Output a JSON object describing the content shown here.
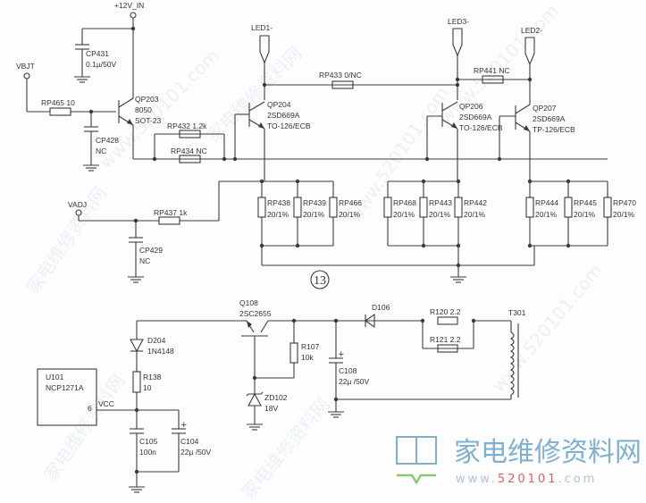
{
  "diagram": {
    "figure_number": "13",
    "top_section": {
      "ports": {
        "vin": "+12V_IN",
        "vbjt": "VBJT",
        "vadj": "VADJ",
        "led1": "LED1-",
        "led2": "LED2-",
        "led3": "LED3-"
      },
      "cp431": {
        "ref": "CP431",
        "value": "0.1µ/50V"
      },
      "cp428": {
        "ref": "CP428",
        "value": "NC"
      },
      "cp429": {
        "ref": "CP429",
        "value": "NC"
      },
      "rp465": {
        "label": "RP465 10"
      },
      "rp432": {
        "label": "RP432 1.2k"
      },
      "rp434": {
        "label": "RP434 NC"
      },
      "rp433": {
        "label": "RP433 0/NC"
      },
      "rp441": {
        "label": "RP441 NC"
      },
      "rp437": {
        "label": "RP437 1k"
      },
      "qp203": {
        "ref": "QP203",
        "part": "8050",
        "pkg": "SOT-23"
      },
      "qp204": {
        "ref": "QP204",
        "part": "2SD669A",
        "pkg": "TO-126/ECB"
      },
      "qp206": {
        "ref": "QP206",
        "part": "2SD669A",
        "pkg": "TO-126/ECB"
      },
      "qp207": {
        "ref": "QP207",
        "part": "2SD669A",
        "pkg": "TP-126/ECB"
      },
      "sense_resistors": [
        {
          "ref": "RP438",
          "value": "20/1%"
        },
        {
          "ref": "RP439",
          "value": "20/1%"
        },
        {
          "ref": "RP466",
          "value": "20/1%"
        },
        {
          "ref": "RP468",
          "value": "20/1%"
        },
        {
          "ref": "RP443",
          "value": "20/1%"
        },
        {
          "ref": "RP442",
          "value": "20/1%"
        },
        {
          "ref": "RP444",
          "value": "20/1%"
        },
        {
          "ref": "RP445",
          "value": "20/1%"
        },
        {
          "ref": "RP470",
          "value": "20/1%"
        }
      ]
    },
    "bottom_section": {
      "u101": {
        "ref": "U101",
        "part": "NCP1271A",
        "pin": "6",
        "pin_name": "VCC"
      },
      "d204": {
        "ref": "D204",
        "part": "1N4148"
      },
      "r138": {
        "ref": "R138",
        "value": "10"
      },
      "c105": {
        "ref": "C105",
        "value": "100n"
      },
      "c104": {
        "ref": "C104",
        "value": "22µ /50V"
      },
      "q108": {
        "ref": "Q108",
        "part": "2SC2655"
      },
      "r107": {
        "ref": "R107",
        "value": "10k"
      },
      "zd102": {
        "ref": "ZD102",
        "value": "18V"
      },
      "c108": {
        "ref": "C108",
        "value": "22µ /50V"
      },
      "d106": {
        "ref": "D106"
      },
      "r120": {
        "label": "R120 2.2"
      },
      "r121": {
        "label": "R121 2.2"
      },
      "t301": {
        "ref": "T301"
      }
    }
  },
  "watermark": {
    "site_cn": "家电维修资料网",
    "url_prefix": "www.",
    "url_number": "520101",
    "url_suffix": ".com",
    "diag_text": "www.520101.com"
  },
  "colors": {
    "ink": "#3a3a3a",
    "logo_blue": "#7fb0d0",
    "logo_red": "#e0605a",
    "logo_green": "#8cc870"
  }
}
